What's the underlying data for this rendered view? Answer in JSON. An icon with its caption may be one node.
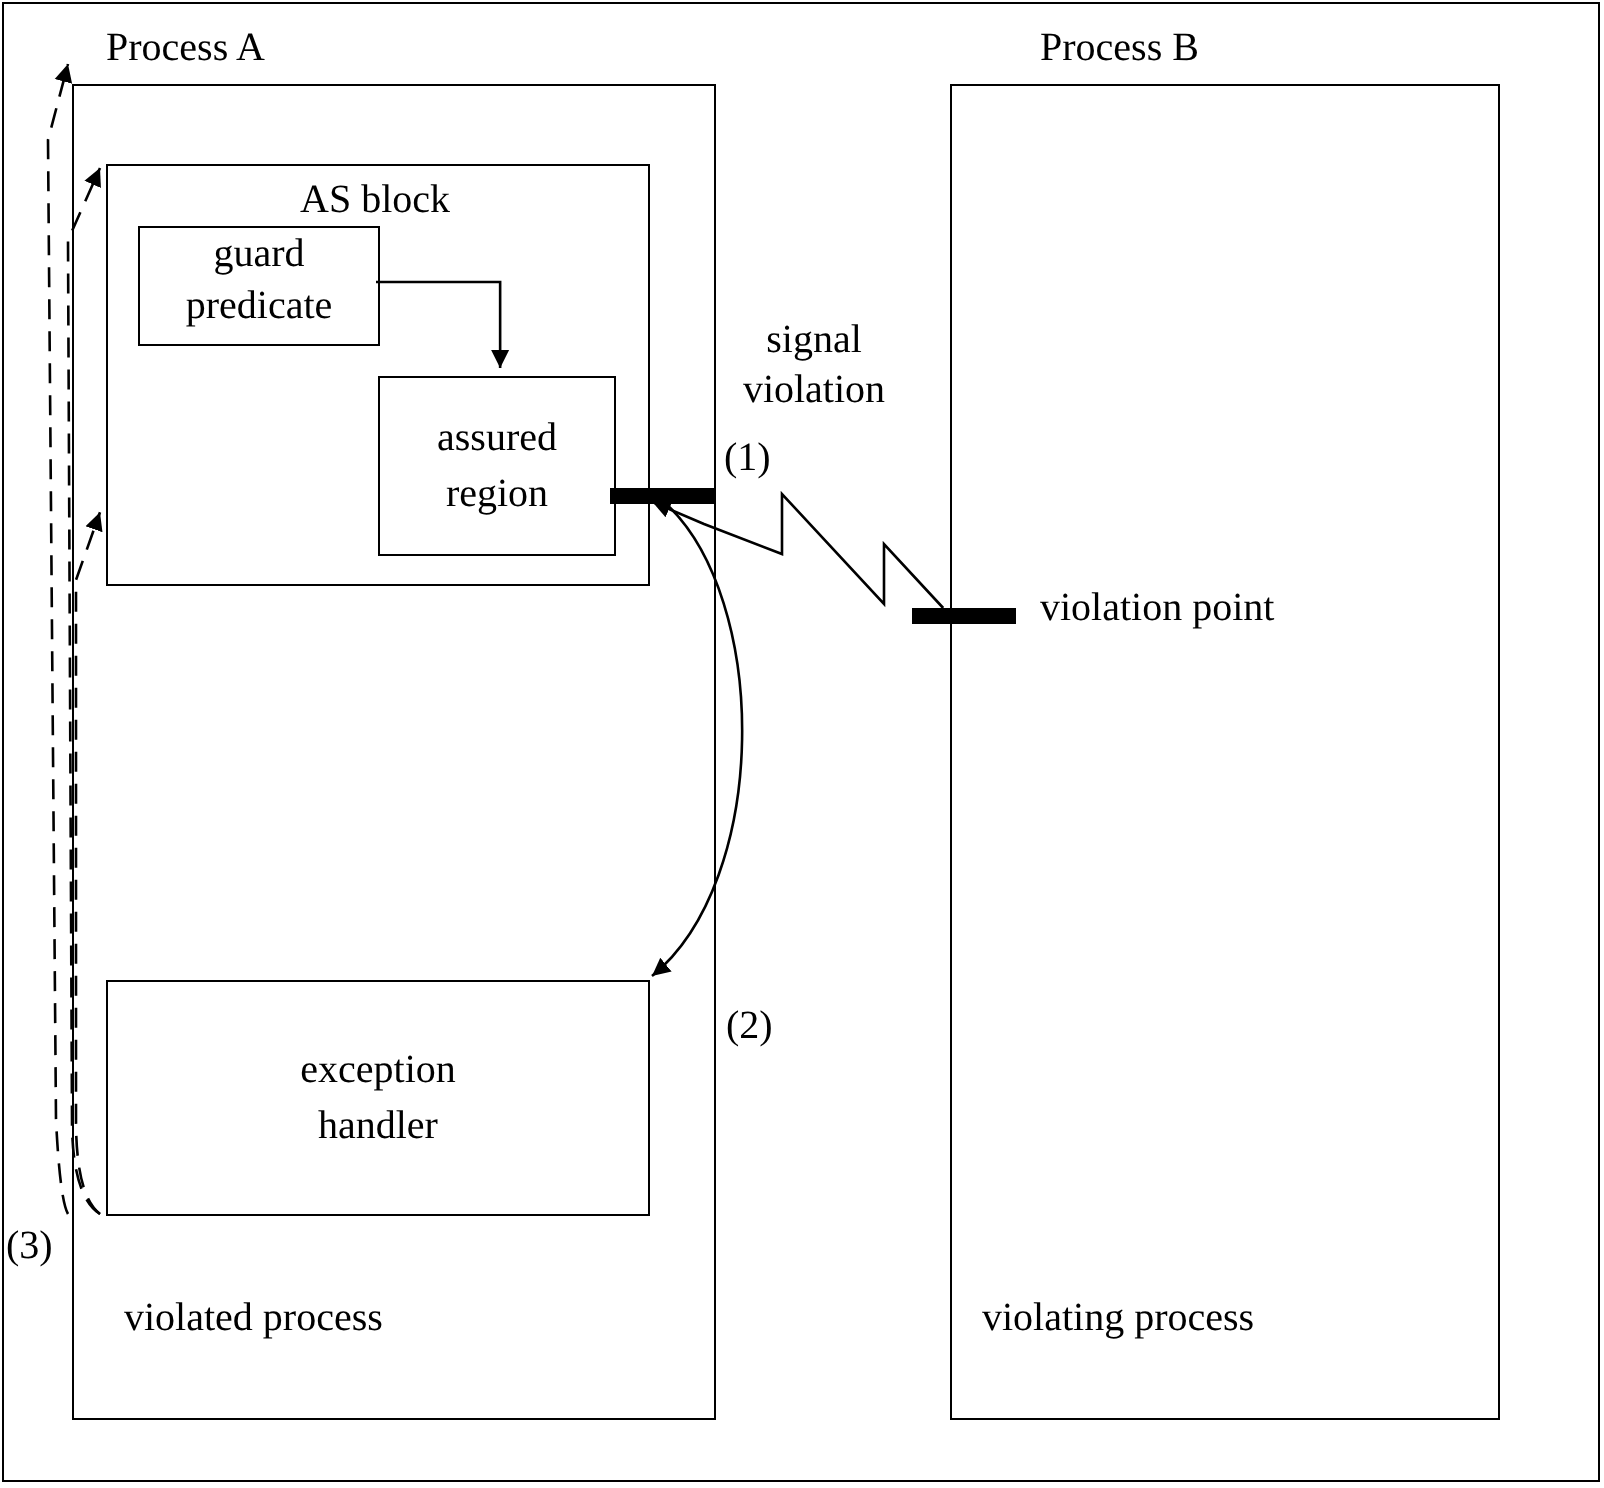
{
  "diagram": {
    "nodes": [
      {
        "text": [
          "Process A"
        ]
      },
      {
        "text": [
          "AS block"
        ],
        "in": 0
      },
      {
        "text": [
          "guard predicate"
        ],
        "in": 1
      },
      {
        "text": [
          "assured region"
        ],
        "in": 1
      },
      {
        "text": [
          "exception handler"
        ],
        "in": 0
      },
      {
        "text": [
          "Process B"
        ]
      },
      {
        "text": [],
        "shape": "bar",
        "beside": [
          "violation point"
        ]
      },
      {
        "text": [],
        "shape": "bar",
        "in": 0
      }
    ],
    "edges": [
      {
        "from": 2,
        "to": 3,
        "arrow": "to"
      },
      {
        "from": 6,
        "to": 7,
        "arrow": "to",
        "label": "signal violation"
      },
      {
        "from": 7,
        "to": 4,
        "arrow": "to"
      },
      {
        "from": 4,
        "to": 1,
        "arrow": "to",
        "style": "dashed"
      },
      {
        "from": 4,
        "to": 1,
        "arrow": "to",
        "style": "dashed"
      },
      {
        "from": 4,
        "to": 0,
        "arrow": "to",
        "style": "dashed"
      }
    ],
    "labels": [
      "(1)",
      "(2)",
      "(3)",
      "violated process",
      "violating process"
    ]
  }
}
